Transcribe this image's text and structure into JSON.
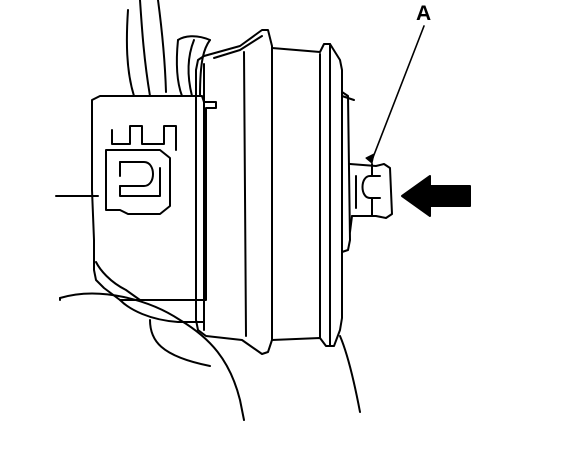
{
  "callouts": [
    {
      "id": "A",
      "text": "A",
      "target": "actuator-rod-clip"
    }
  ],
  "icons": {
    "push-direction": "arrow-left-icon"
  },
  "colors": {
    "ink": "#000000",
    "paper": "#ffffff"
  }
}
